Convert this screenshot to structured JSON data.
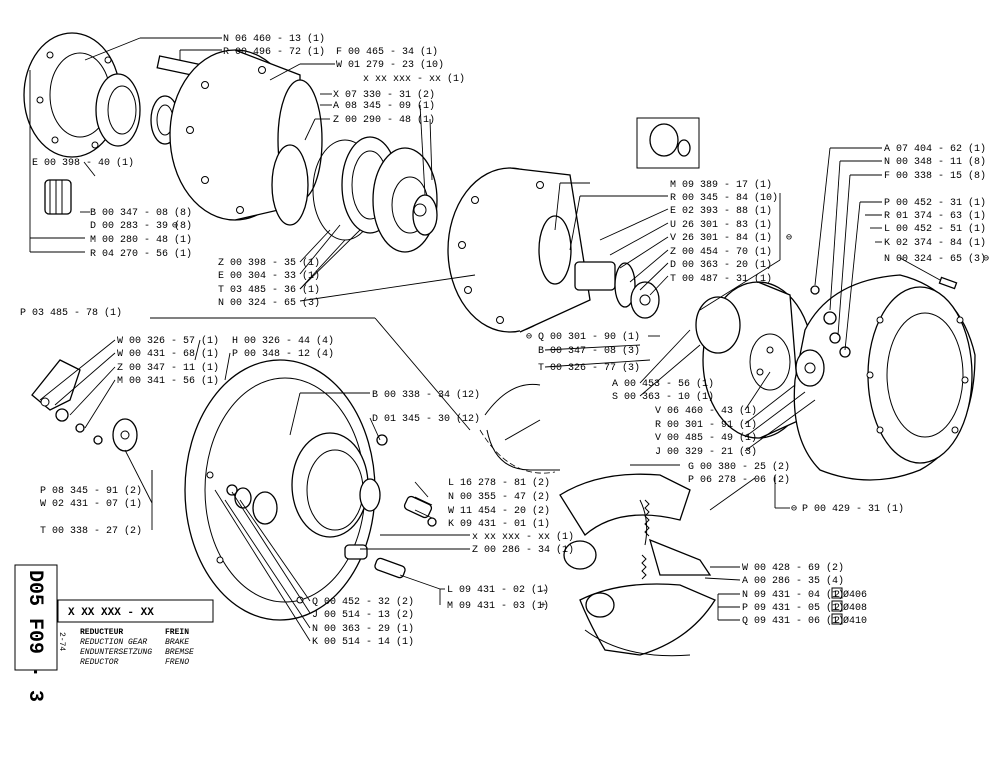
{
  "part_labels": {
    "n0646013": "N 06 460 - 13 (1)",
    "r0049672": "R 00 496 - 72 (1)",
    "f0046534": "F 00 465 - 34 (1)",
    "w0127923": "W 01  279 - 23 (10)",
    "xxx_top": "x  xx  xxx - xx (1)",
    "x0733031": "X 07  330 - 31 (2)",
    "a0834509": "A 08  345 - 09 (1)",
    "z0029048": "Z 00  290 - 48 (1)",
    "e0039840": "E 00  398 - 40 (1)",
    "b0034708a": "B 00  347 - 08 (8)",
    "d0028339": "D 00  283 - 39 (8)",
    "m0028048": "M 00  280 - 48 (1)",
    "r0427056": "R 04  270 - 56 (1)",
    "z0039835": "Z 00  398 - 35 (1)",
    "e0030433": "E 00  304 - 33 (1)",
    "t0348536": "T 03  485 - 36 (1)",
    "n0032465a": "N 00  324 - 65 (3)",
    "m0938917": "M 09  389 - 17 (1)",
    "r0034584": "R 00  345 - 84 (10)",
    "e0239388": "E 02  393 - 88 (1)",
    "u2630183": "U 26  301 - 83 (1)",
    "v2630184": "V 26  301 - 84 (1)",
    "z0045470": "Z 00  454 - 70 (1)",
    "d0036320": "D 00  363 - 20 (1)",
    "t0048731": "T 00  487 - 31 (1)",
    "a0740462": "A 07  404 - 62 (1)",
    "n0034811": "N 00  348 - 11 (8)",
    "f0033815": "F 00  338 - 15 (8)",
    "p0045231a": "P 00  452 - 31 (1)",
    "r0137463": "R 01  374 - 63 (1)",
    "l0045251": "L 00  452 - 51 (1)",
    "k0237484": "K 02  374 - 84 (1)",
    "n0032465b": "N 00  324 - 65 (3)",
    "p0348578": "P 03  485 - 78 (1)",
    "w0032657": "W 00  326 - 57 (1)",
    "w0043168": "W 00  431 - 68 (1)",
    "z0034711": "Z 00  347 - 11 (1)",
    "m0034156": "M 00  341 - 56 (1)",
    "h0032644": "H 00  326 - 44 (4)",
    "p0034812": "P 00  348 - 12 (4)",
    "q0030190": "Q 00  301 - 90 (1)",
    "b0034708b": "B 00  347 - 08 (3)",
    "t0032677": "T 00  326 - 77 (3)",
    "a0045356": "A 00  453 - 56 (1)",
    "s0036310": "S 00  363 - 10 (1)",
    "v0646043": "V 06  460 - 43 (1)",
    "r0030191": "R 00  301 - 91 (1)",
    "v0048549": "V 00  485 - 49 (1)",
    "j0032921": "J 00  329 - 21 (3)",
    "b0033834": "B 00  338 - 34 (12)",
    "d0134530": "D 01  345 - 30 (12)",
    "g0038025": "G 00  380 - 25 (2)",
    "p0627806": "P 06  278 - 06 (2)",
    "p0042931": "P 00  429 - 31 (1)",
    "l1627881": "L 16  278 - 81 (2)",
    "n0035547": "N 00  355 - 47 (2)",
    "w1145420": "W 11  454 - 20 (2)",
    "k0943101": "K 09  431 - 01 (1)",
    "xxx_mid": "x  xx  xxx - xx (1)",
    "z0028634": "Z 00  286 - 34 (1)",
    "p0834591": "P 08  345 - 91 (2)",
    "w0243107": "W 02  431 - 07 (1)",
    "t0033827": "T 00  338 - 27 (2)",
    "q0045232": "Q 00  452 - 32 (2)",
    "j0051413": "J 00  514 - 13 (2)",
    "n0036329": "N 00  363 - 29 (1)",
    "k0051414": "K 00  514 - 14 (1)",
    "l0943102": "L 09  431 - 02 (1)",
    "m0943103": "M 09  431 - 03 (1)",
    "w0042869": "W 00  428 - 69 (2)",
    "a0028635": "A 00  286 - 35 (4)",
    "n0943104": "N 09  431 - 04 (1)",
    "p0943105": "P 09  431 - 05 (1)",
    "q0943106": "Q 09  431 - 06 (1)",
    "dia406": "Ø406",
    "dia408": "Ø408",
    "dia410": "Ø410",
    "code2": "2"
  },
  "title_block": {
    "drawing_code": "D05 F09 · 3",
    "part_number": "X  XX  XXX - XX",
    "date": "2-74",
    "rows": [
      [
        "REDUCTEUR",
        "FREIN"
      ],
      [
        "REDUCTION GEAR",
        "BRAKE"
      ],
      [
        "ENDUNTERSETZUNG",
        "BREMSE"
      ],
      [
        "REDUCTOR",
        "FRENO"
      ]
    ]
  },
  "symbols": {
    "minus": "⊖",
    "arrow_right": "→",
    "arrow_plus": "+"
  }
}
